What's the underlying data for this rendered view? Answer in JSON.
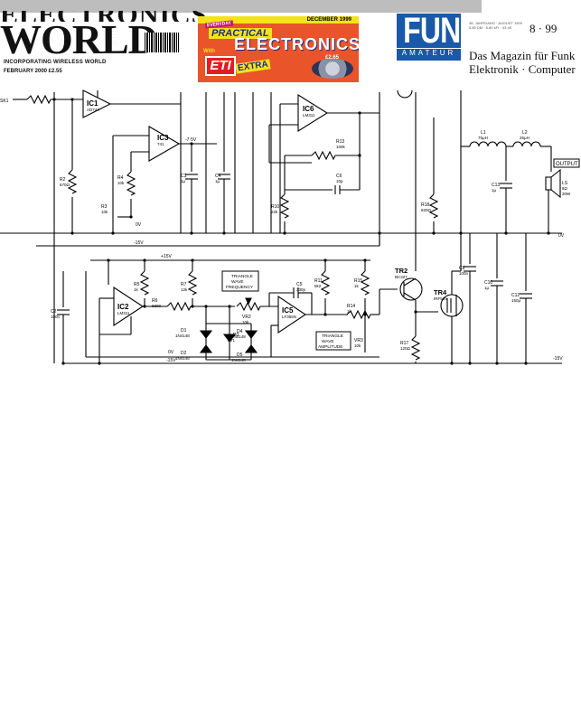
{
  "covers": {
    "electronics_world": {
      "title": "WORLD",
      "title_cut": "ELECTRONICS",
      "subtitle": "INCORPORATING WIRELESS WORLD",
      "date": "FEBRUARY 2000  £2.55"
    },
    "practical_electronics": {
      "date": "DECEMBER 1999",
      "everyday": "EVERYDAY",
      "practical": "PRACTICAL",
      "title": "ELECTRONICS",
      "with": "With",
      "eti": "ETI",
      "extra": "EXTRA",
      "price": "£2.65",
      "colors": {
        "background": "#e9542a",
        "banner": "#f4e21a",
        "title_outline": "#1b2e8c"
      }
    },
    "funkamateur": {
      "title": "FUNK",
      "subtitle": "AMATEUR",
      "meta_line1": "48. JAHRGANG · AUGUST 1999",
      "meta_line2": "5.80 DM · 5.80 sFr · 43 öS",
      "issue": "8 · 99",
      "tagline_line1": "Das Magazin für Funk",
      "tagline_line2": "Elektronik · Computer",
      "color": "#1a58a8"
    }
  },
  "schematic": {
    "ics": [
      {
        "ref": "IC1",
        "part": "AD744"
      },
      {
        "ref": "IC3",
        "part": "741"
      },
      {
        "ref": "IC6",
        "part": "LM311"
      },
      {
        "ref": "IC2",
        "part": "LM311"
      },
      {
        "ref": "IC5",
        "part": "LF355N"
      }
    ],
    "transistors": [
      {
        "ref": "TR2",
        "part": "BC327"
      },
      {
        "ref": "TR4",
        "part": "IRF520"
      }
    ],
    "resistors": [
      {
        "ref": "R2",
        "value": "670Ω"
      },
      {
        "ref": "R4",
        "value": "10k"
      },
      {
        "ref": "R3",
        "value": "10k"
      },
      {
        "ref": "R13",
        "value": "100k"
      },
      {
        "ref": "R10",
        "value": "22k"
      },
      {
        "ref": "R18",
        "value": "820Ω"
      },
      {
        "ref": "R5",
        "value": "1k"
      },
      {
        "ref": "R7",
        "value": "12k"
      },
      {
        "ref": "R6",
        "value": "6800"
      },
      {
        "ref": "R11",
        "value": "8k2"
      },
      {
        "ref": "R15",
        "value": "1k"
      },
      {
        "ref": "R14",
        "value": "1k"
      },
      {
        "ref": "R17",
        "value": "120Ω"
      }
    ],
    "pots": [
      {
        "ref": "VR2",
        "value": "10k"
      },
      {
        "ref": "VR3",
        "value": "10k"
      }
    ],
    "capacitors": [
      {
        "ref": "C3",
        "value": "1μ"
      },
      {
        "ref": "C4",
        "value": "1μ"
      },
      {
        "ref": "C6",
        "value": "10p"
      },
      {
        "ref": "C2",
        "value": "100n"
      },
      {
        "ref": "C5",
        "value": "330p"
      },
      {
        "ref": "C13",
        "value": "1μ"
      },
      {
        "ref": "C8",
        "value": "100n"
      },
      {
        "ref": "C10",
        "value": "1μ"
      },
      {
        "ref": "C12",
        "value": "150μ"
      }
    ],
    "diodes": [
      {
        "ref": "D1",
        "part": "1N4148"
      },
      {
        "ref": "D2",
        "part": "1N4148"
      },
      {
        "ref": "D3",
        "part": "5V1"
      },
      {
        "ref": "D4",
        "part": "1N4148"
      },
      {
        "ref": "D5",
        "part": "1N4148"
      }
    ],
    "inductors": [
      {
        "ref": "L1",
        "value": "75μH"
      },
      {
        "ref": "L2",
        "value": "25μH"
      }
    ],
    "speaker": {
      "ref": "LS",
      "line1": "8Ω",
      "line2": "30W"
    },
    "connector": "SK1",
    "boxes": {
      "output": "OUTPUT",
      "triangle_freq": [
        "TRIANGLE",
        "WAVE",
        "FREQUENCY"
      ],
      "triangle_amp": [
        "TRIANGLE",
        "WAVE",
        "AMPLITUDE"
      ]
    },
    "rails": {
      "minus7v5": "-7·5V",
      "zero_v": "0V",
      "minus15": "-15V",
      "plus15": "+15V"
    }
  }
}
